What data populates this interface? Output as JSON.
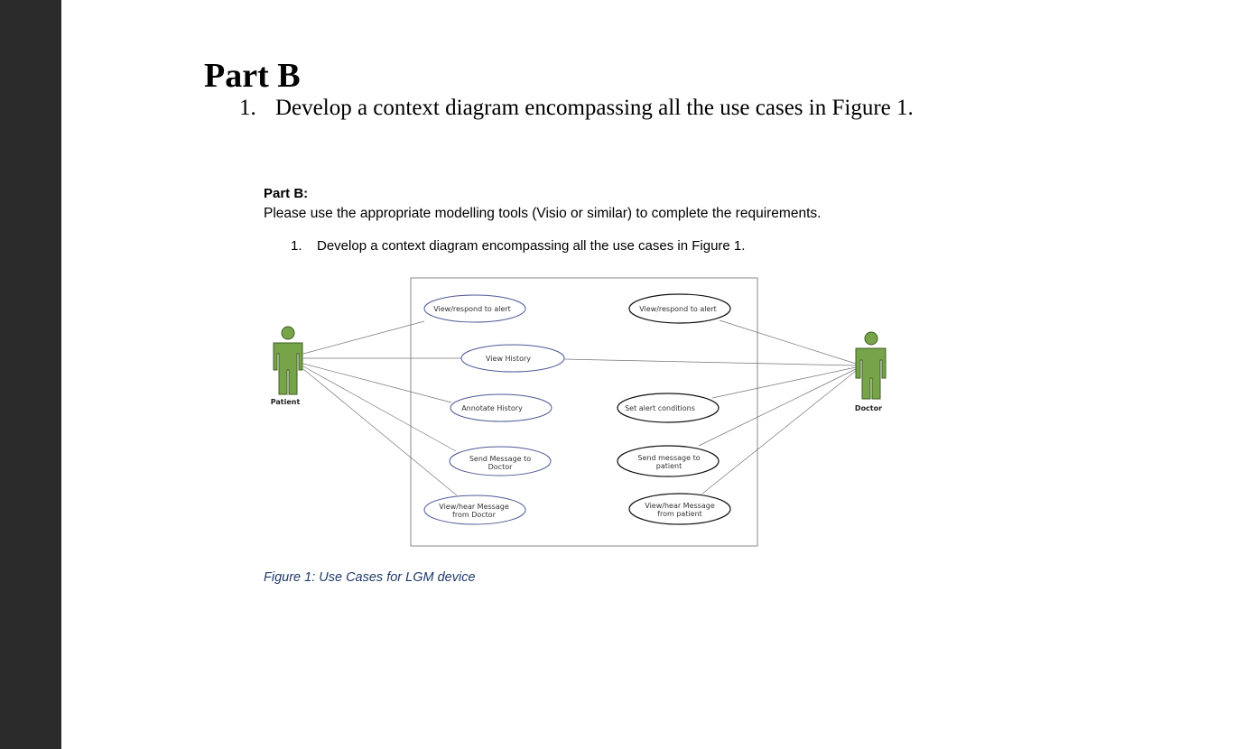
{
  "document": {
    "heading": "Part B",
    "question": {
      "number": "1.",
      "text": "Develop a context diagram encompassing all the use cases in Figure 1."
    }
  },
  "embedded_excerpt": {
    "subheading": "Part B:",
    "intro": "Please use the appropriate modelling tools (Visio or similar) to complete the requirements.",
    "question": {
      "number": "1.",
      "text": "Develop a context diagram encompassing all the use cases in Figure 1."
    },
    "caption": "Figure 1: Use Cases for LGM device"
  },
  "diagram": {
    "actors": {
      "patient": "Patient",
      "doctor": "Doctor"
    },
    "patient_use_cases": {
      "view_respond": "View/respond to alert",
      "view_history": "View History",
      "annotate_history": "Annotate History",
      "send_message_1": "Send Message to",
      "send_message_2": "Doctor",
      "view_hear_1": "View/hear Message",
      "view_hear_2": "from Doctor"
    },
    "doctor_use_cases": {
      "view_respond": "View/respond to alert",
      "set_alert": "Set alert conditions",
      "send_message_1": "Send message to",
      "send_message_2": "patient",
      "view_hear_1": "View/hear Message",
      "view_hear_2": "from patient"
    },
    "colors": {
      "actor_fill": "#77a349",
      "actor_stroke": "#3e5f22",
      "patient_ellipse_stroke": "#4f5a96",
      "doctor_ellipse_stroke": "#111111",
      "line": "#777777"
    }
  }
}
